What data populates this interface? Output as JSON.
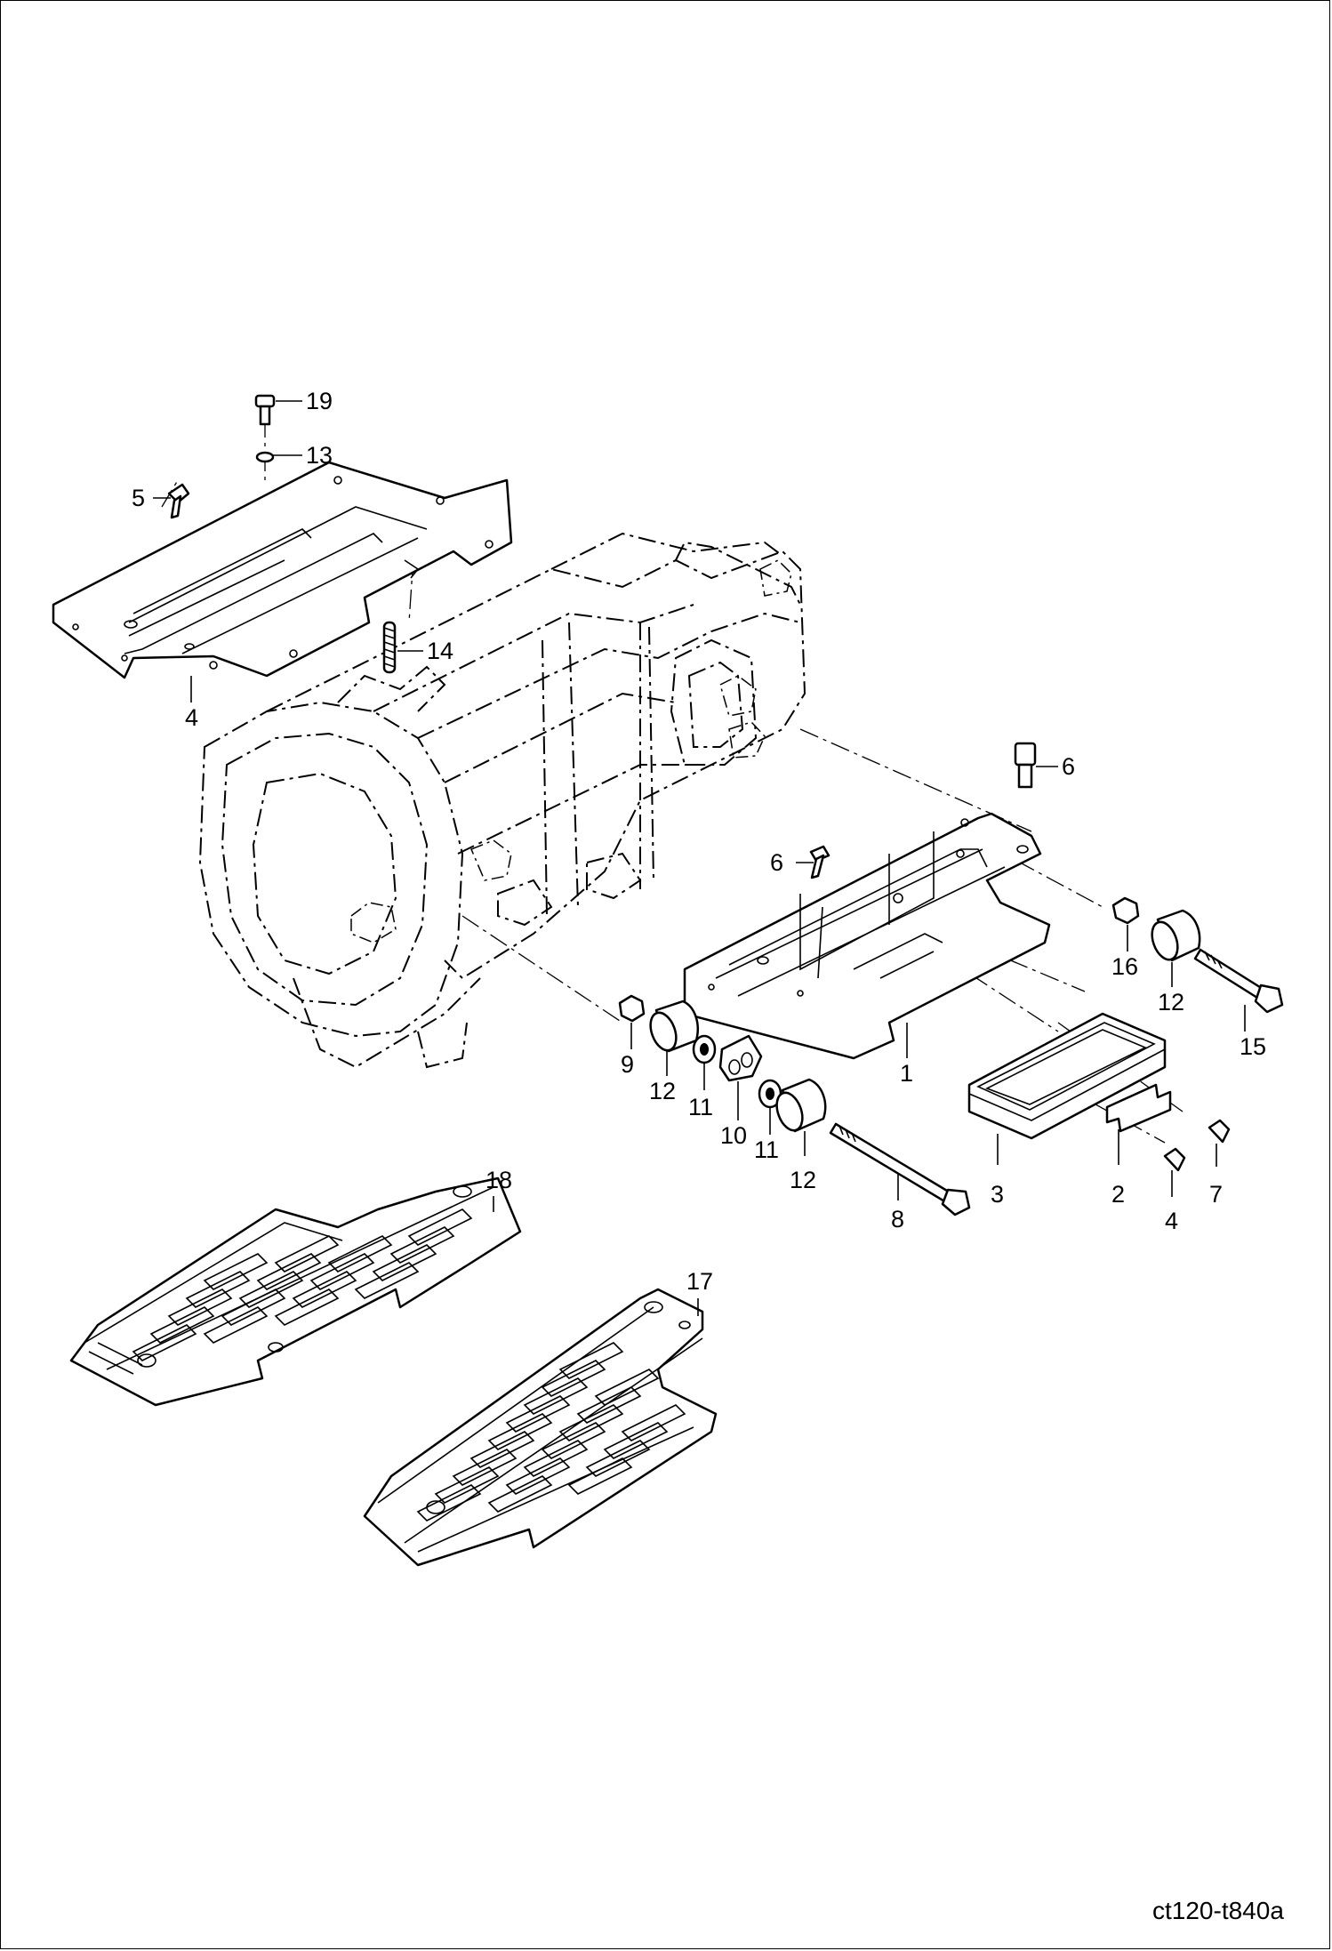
{
  "diagram": {
    "figure_code": "ct120-t840a",
    "callouts": [
      {
        "id": "c1",
        "label": "1"
      },
      {
        "id": "c2",
        "label": "2"
      },
      {
        "id": "c3",
        "label": "3"
      },
      {
        "id": "c4a",
        "label": "4"
      },
      {
        "id": "c4b",
        "label": "4"
      },
      {
        "id": "c5",
        "label": "5"
      },
      {
        "id": "c6a",
        "label": "6"
      },
      {
        "id": "c6b",
        "label": "6"
      },
      {
        "id": "c7",
        "label": "7"
      },
      {
        "id": "c8",
        "label": "8"
      },
      {
        "id": "c9",
        "label": "9"
      },
      {
        "id": "c10",
        "label": "10"
      },
      {
        "id": "c11a",
        "label": "11"
      },
      {
        "id": "c11b",
        "label": "11"
      },
      {
        "id": "c12a",
        "label": "12"
      },
      {
        "id": "c12b",
        "label": "12"
      },
      {
        "id": "c12c",
        "label": "12"
      },
      {
        "id": "c13",
        "label": "13"
      },
      {
        "id": "c14",
        "label": "14"
      },
      {
        "id": "c15",
        "label": "15"
      },
      {
        "id": "c16",
        "label": "16"
      },
      {
        "id": "c17",
        "label": "17"
      },
      {
        "id": "c18",
        "label": "18"
      },
      {
        "id": "c19",
        "label": "19"
      }
    ]
  }
}
